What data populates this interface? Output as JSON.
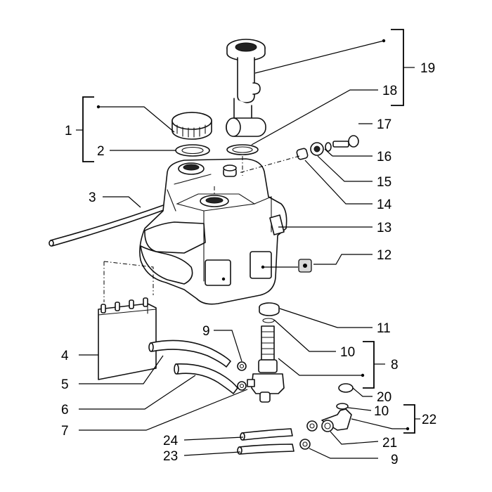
{
  "labels": {
    "p1": "1",
    "p2": "2",
    "p3": "3",
    "p4": "4",
    "p5": "5",
    "p6": "6",
    "p7": "7",
    "p8": "8",
    "p9a": "9",
    "p9b": "9",
    "p10a": "10",
    "p10b": "10",
    "p11": "11",
    "p12": "12",
    "p13": "13",
    "p14": "14",
    "p15": "15",
    "p16": "16",
    "p17": "17",
    "p18": "18",
    "p19": "19",
    "p20": "20",
    "p21": "21",
    "p22": "22",
    "p23": "23",
    "p24": "24"
  }
}
